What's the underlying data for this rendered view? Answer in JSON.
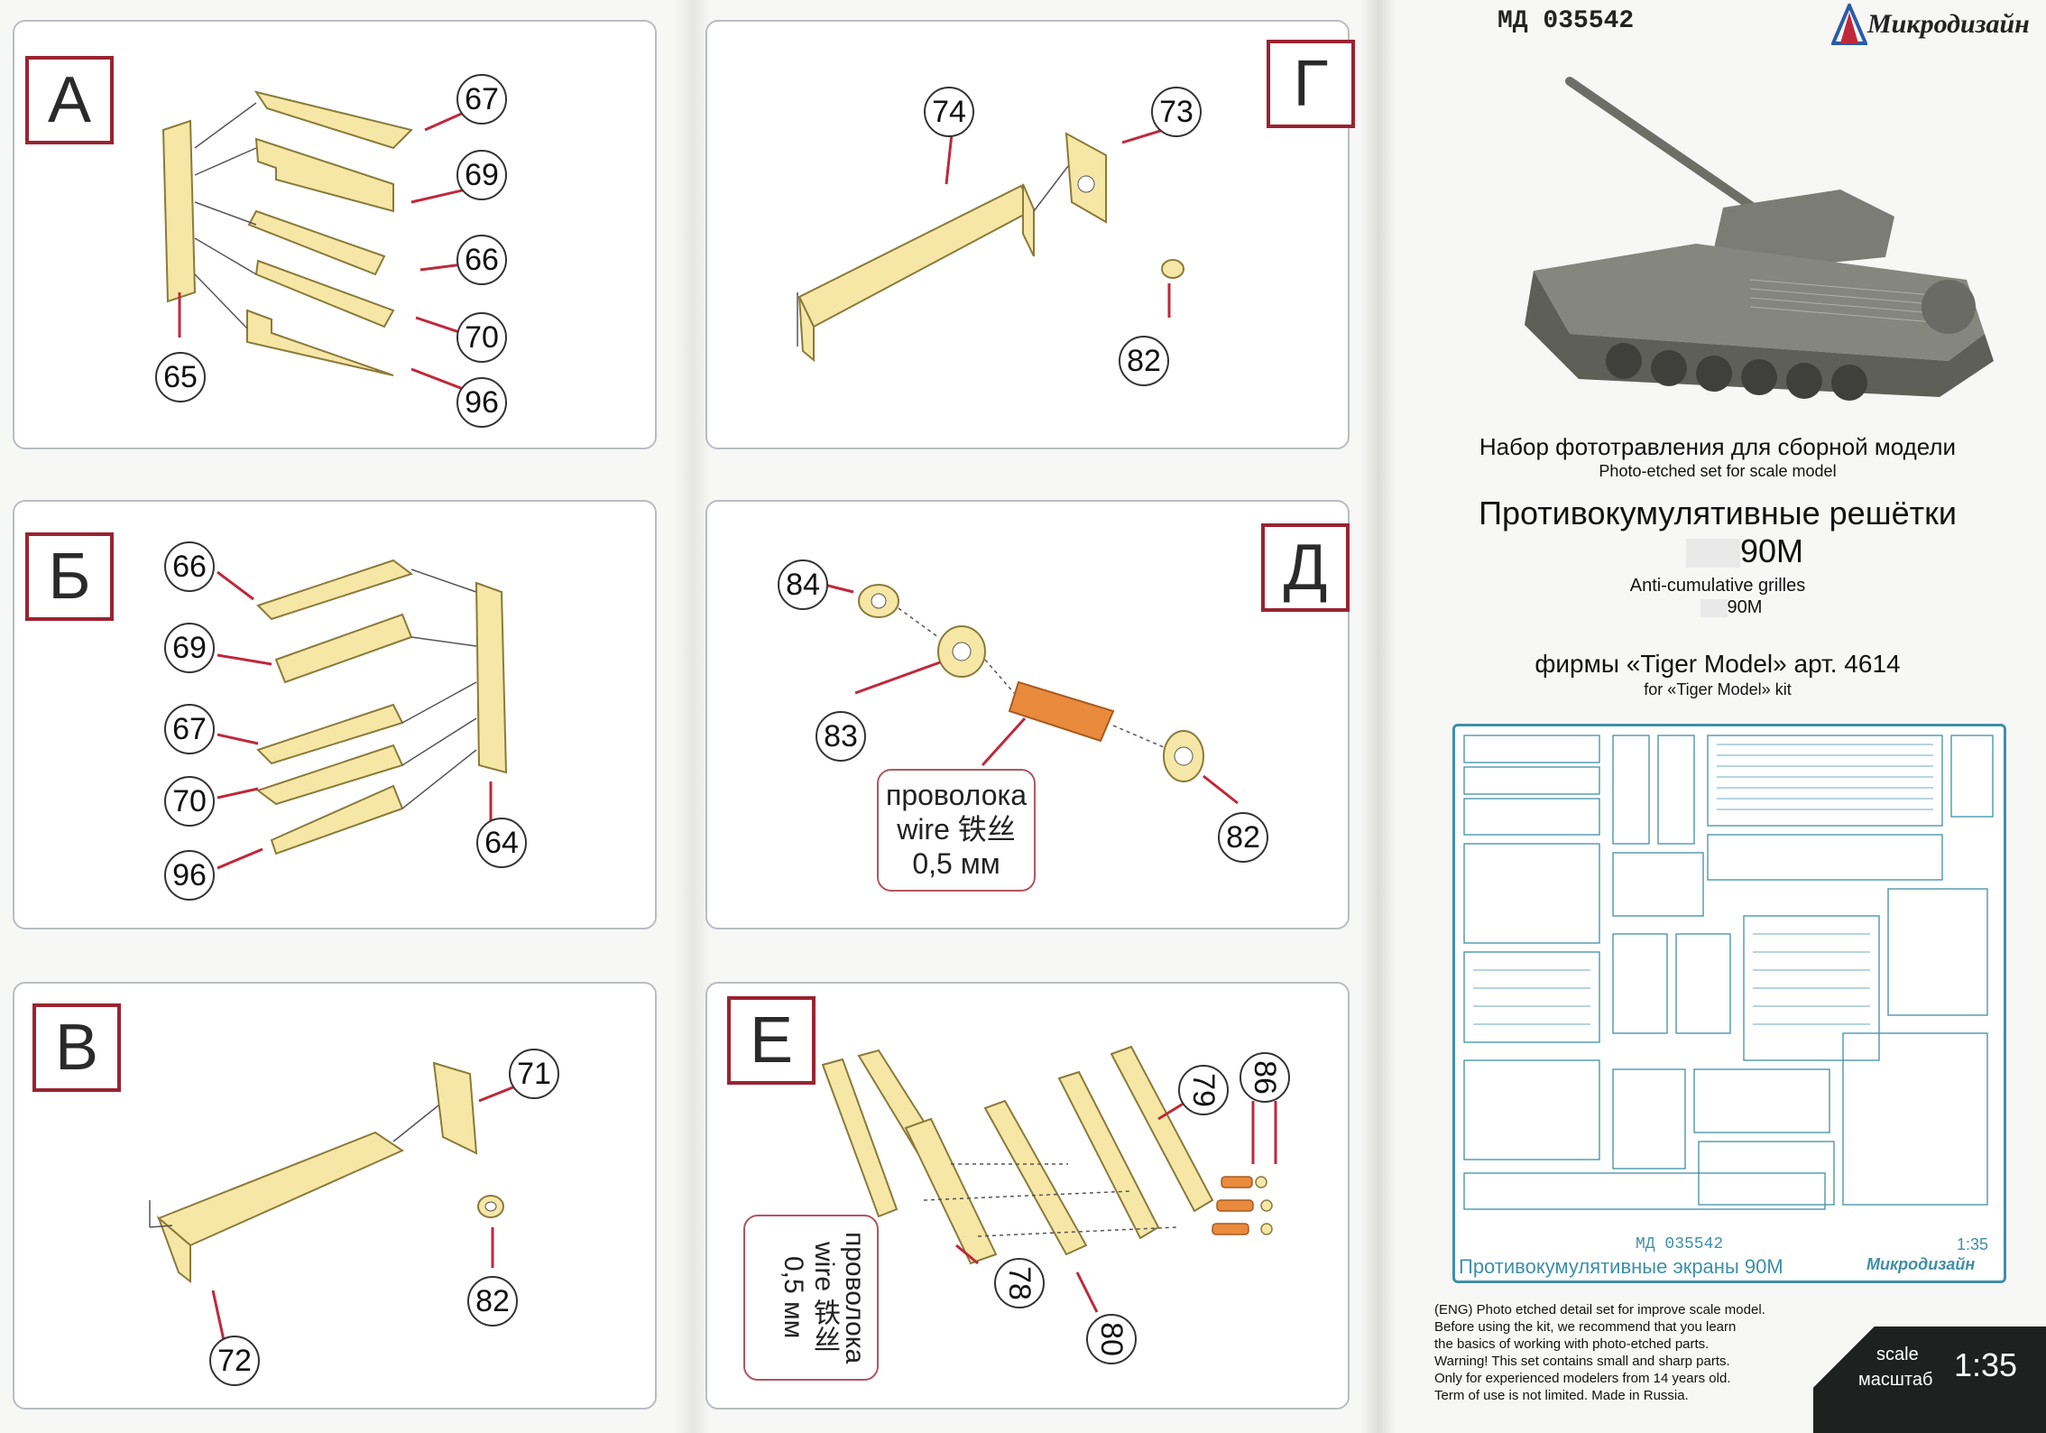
{
  "panels": {
    "A": {
      "letter": "А",
      "nums": [
        "67",
        "69",
        "66",
        "70",
        "96",
        "65"
      ]
    },
    "B": {
      "letter": "Б",
      "nums": [
        "66",
        "69",
        "67",
        "70",
        "96",
        "64"
      ]
    },
    "V": {
      "letter": "В",
      "nums": [
        "71",
        "82",
        "72"
      ]
    },
    "G": {
      "letter": "Г",
      "nums": [
        "74",
        "73",
        "82"
      ]
    },
    "D": {
      "letter": "Д",
      "nums": [
        "84",
        "83",
        "82"
      ],
      "wire": [
        "проволока",
        "wire 铁丝",
        "0,5 мм"
      ]
    },
    "E": {
      "letter": "Е",
      "nums": [
        "79",
        "86",
        "78",
        "80"
      ],
      "wire": [
        "проволока",
        "wire 铁丝",
        "0,5 мм"
      ]
    }
  },
  "right": {
    "code": "МД 035542",
    "brand": "Микродизайн",
    "title_ru": "Набор фототравления для сборной модели",
    "title_en": "Photo-etched set for scale model",
    "name_ru": "Противокумулятивные решётки",
    "name_ru_model": "90М",
    "name_en": "Anti-cumulative grilles",
    "name_en_model": "90M",
    "kit_ru": "фирмы «Tiger Model» арт. 4614",
    "kit_en": "for «Tiger Model» kit",
    "fret_caption": "Противокумулятивные экраны",
    "fret_model": "90М",
    "fret_code": "МД 035542",
    "fret_scale": "1:35",
    "fret_brand": "Микродизайн",
    "footer": [
      "(ENG) Photo etched detail set for improve scale model.",
      "Before using the kit, we recommend that you learn",
      "the basics of working with photo-etched parts.",
      "Warning! This set contains small and sharp parts.",
      "Only for experienced modelers from 14 years old.",
      "Term of use is not limited. Made in Russia."
    ],
    "scale_label": "scale",
    "scale_label_ru": "масштаб",
    "scale_value": "1:35"
  },
  "colors": {
    "part": "#f6e7a6",
    "part_edge": "#8b7a3a",
    "frame": "#9a2330",
    "tube": "#e98a3d",
    "fret": "#3f8fa8"
  }
}
